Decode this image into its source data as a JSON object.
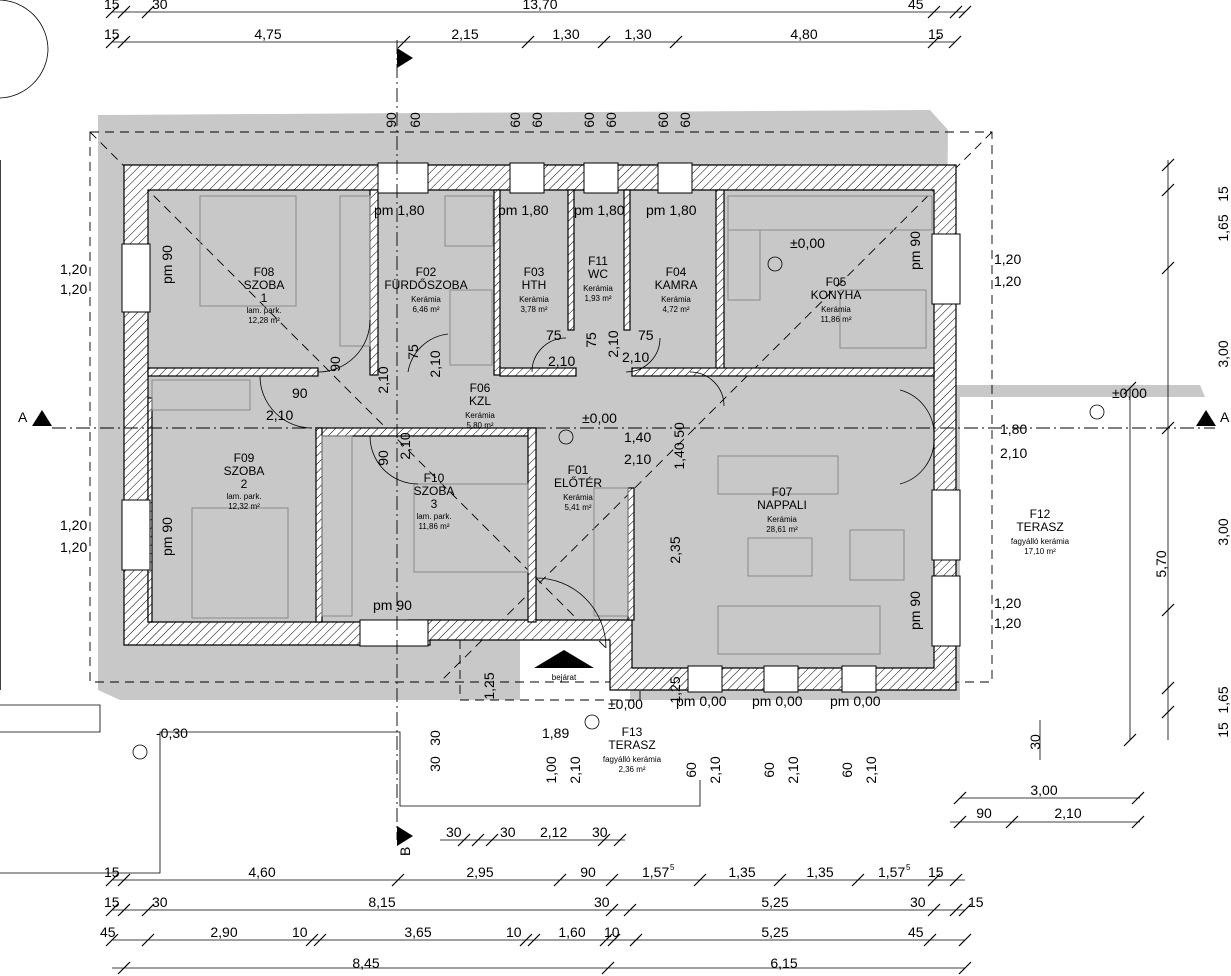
{
  "dimensions": {
    "top_row1": [
      "15",
      "30",
      "13,70",
      "45"
    ],
    "top_row2": [
      "15",
      "4,75",
      "2,15",
      "1,30",
      "1,30",
      "4,80",
      "15"
    ],
    "bottom_row1": [
      "15",
      "4,60",
      "2,95",
      "90",
      "1,57",
      "1,35",
      "1,35",
      "1,57",
      "15"
    ],
    "bottom_row2": [
      "15",
      "30",
      "8,15",
      "30",
      "5,25",
      "30",
      "15"
    ],
    "bottom_row3": [
      "45",
      "2,90",
      "10",
      "3,65",
      "10",
      "1,60",
      "10",
      "5,25",
      "45"
    ],
    "bottom_row4": [
      "8,45",
      "6,15"
    ],
    "right_col": [
      "15",
      "1,65",
      "3,00",
      "3,00",
      "1,65",
      "15"
    ],
    "right_total": "5,70",
    "terrace_dims": [
      "3,00",
      "90",
      "2,10"
    ],
    "entrance_dims": [
      "30",
      "30",
      "2,12",
      "30"
    ],
    "superscript_5": "5"
  },
  "sill_labels": {
    "pm_180": "pm 1,80",
    "pm_90": "pm 90",
    "pm_000": "pm 0,00",
    "window_heights": [
      "90",
      "60",
      "60",
      "60",
      "60",
      "60",
      "60",
      "60"
    ]
  },
  "openings": {
    "w120": "1,20",
    "d210": "2,10",
    "d90": "90",
    "d75": "75",
    "d60": "60",
    "d50": "50",
    "d140": "1,40",
    "d235": "2,35",
    "d180": "1,80",
    "d100": "1,00",
    "d125": "1,25",
    "d189": "1,89",
    "d30": "30"
  },
  "levels": {
    "zero": "±0,00",
    "minus": "-0,30"
  },
  "section_marks": {
    "a": "A",
    "b": "B"
  },
  "entrance": "bejárat",
  "rooms": [
    {
      "code": "F08",
      "name": "SZOBA",
      "num": "1",
      "finish": "lam. park.",
      "area": "12,28 m²"
    },
    {
      "code": "F02",
      "name": "FÜRDŐSZOBA",
      "finish": "Kerámia",
      "area": "6,46 m²"
    },
    {
      "code": "F03",
      "name": "HTH",
      "finish": "Kerámia",
      "area": "3,78 m²"
    },
    {
      "code": "F11",
      "name": "WC",
      "finish": "Kerámia",
      "area": "1,93 m²"
    },
    {
      "code": "F04",
      "name": "KAMRA",
      "finish": "Kerámia",
      "area": "4,72 m²"
    },
    {
      "code": "F05",
      "name": "KONYHA",
      "finish": "Kerámia",
      "area": "11,86 m²"
    },
    {
      "code": "F06",
      "name": "KZL",
      "finish": "Kerámia",
      "area": "5,80 m²"
    },
    {
      "code": "F09",
      "name": "SZOBA",
      "num": "2",
      "finish": "lam. park.",
      "area": "12,32 m²"
    },
    {
      "code": "F10",
      "name": "SZOBA",
      "num": "3",
      "finish": "lam. park.",
      "area": "11,86 m²"
    },
    {
      "code": "F01",
      "name": "ELŐTÉR",
      "finish": "Kerámia",
      "area": "5,41 m²"
    },
    {
      "code": "F07",
      "name": "NAPPALI",
      "finish": "Kerámia",
      "area": "28,61 m²"
    },
    {
      "code": "F12",
      "name": "TERASZ",
      "finish": "fagyálló kerámia",
      "area": "17,10 m²"
    },
    {
      "code": "F13",
      "name": "TERASZ",
      "finish": "fagyálló kerámia",
      "area": "2,36 m²"
    }
  ]
}
